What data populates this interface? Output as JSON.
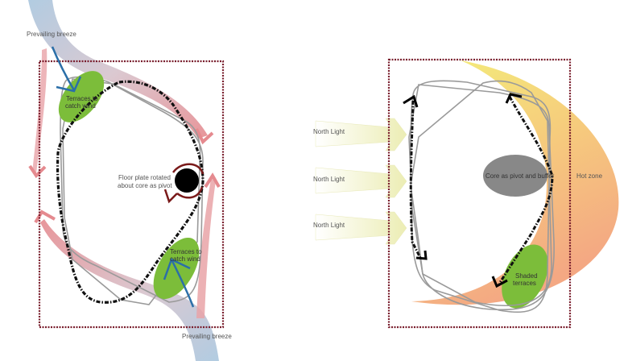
{
  "left_diagram": {
    "breeze_top_label": "Prevailing breeze",
    "breeze_bottom_label": "Prevailing breeze",
    "terrace_top_label": [
      "Terraces to",
      "catch wind"
    ],
    "terrace_bottom_label": [
      "Terraces to",
      "catch wind"
    ],
    "core_label": [
      "Floor plate rotated",
      "about core as pivot"
    ]
  },
  "right_diagram": {
    "north_light_labels": [
      "North Light",
      "North Light",
      "North Light"
    ],
    "core_label": "Core as pivot and buffer",
    "hot_zone_label": "Hot zone",
    "terrace_label": [
      "Shaded",
      "terraces"
    ]
  },
  "colors": {
    "boundary": "#7a1f2e",
    "breeze_blue": "#a9c6de",
    "airflow_pink": "#e58a8f",
    "terrace_green": "#7cbd3a",
    "wind_arrow": "#2b6fa8",
    "rotation_arrow": "#7a1a1a",
    "hot_yellow": "#f3ee7a",
    "hot_orange": "#f4ad84",
    "core_gray": "#888888"
  }
}
